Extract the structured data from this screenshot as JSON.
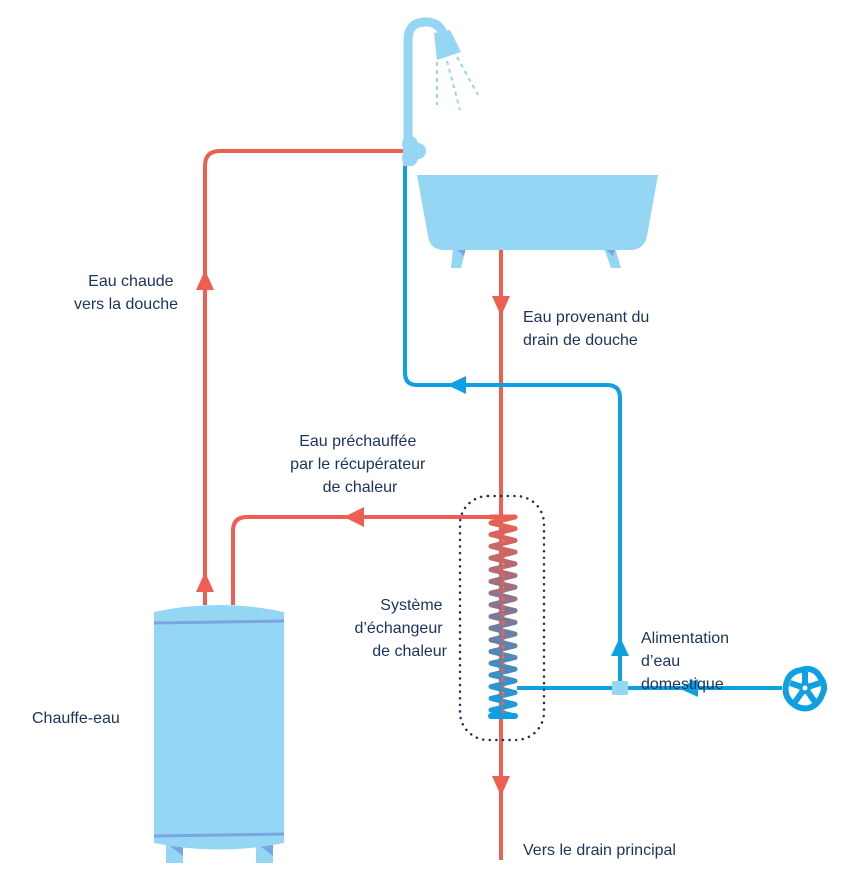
{
  "colors": {
    "hot": "#ec5f52",
    "cold": "#0ea0e2",
    "light_blue": "#96d6f5",
    "shade_blue": "#78a6e0",
    "text": "#1c3560",
    "dots": "#1c3560"
  },
  "components": {
    "shower": {
      "name": "shower",
      "icon": "shower-head-icon"
    },
    "bathtub": {
      "name": "bathtub",
      "icon": "bathtub-icon"
    },
    "water_heater": {
      "label": "Chauffe-eau",
      "icon": "water-heater-icon"
    },
    "heat_exchanger": {
      "label_lines": [
        "Système",
        "d’échangeur",
        "de chaleur"
      ],
      "icon": "coil-icon"
    },
    "valve": {
      "icon": "valve-handle-icon"
    }
  },
  "labels": {
    "hot_to_shower": [
      "Eau chaude",
      "vers la douche"
    ],
    "from_drain": [
      "Eau provenant du",
      "drain de douche"
    ],
    "preheated": [
      "Eau préchauffée",
      "par le récupérateur",
      "de chaleur"
    ],
    "exchanger": [
      "Système",
      "d’échangeur",
      "de chaleur"
    ],
    "water_heater": [
      "Chauffe-eau"
    ],
    "domestic_supply": [
      "Alimentation",
      "d’eau",
      "domestique"
    ],
    "to_main_drain": [
      "Vers le drain principal"
    ]
  },
  "flows": [
    {
      "name": "hot-water-to-shower",
      "type": "hot",
      "direction": "up"
    },
    {
      "name": "shower-drain-water",
      "type": "hot",
      "direction": "down"
    },
    {
      "name": "preheated-water-to-heater",
      "type": "hot",
      "direction": "left"
    },
    {
      "name": "cold-supply-to-shower",
      "type": "cold",
      "direction": "left"
    },
    {
      "name": "domestic-supply-inlet",
      "type": "cold",
      "direction": "left"
    },
    {
      "name": "drain-to-main",
      "type": "hot",
      "direction": "down"
    }
  ]
}
